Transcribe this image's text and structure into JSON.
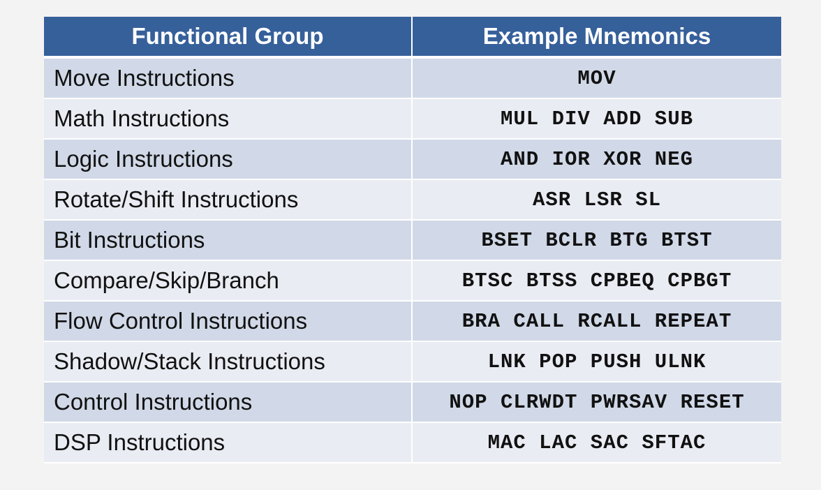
{
  "table": {
    "headers": [
      "Functional  Group",
      "Example Mnemonics"
    ],
    "rows": [
      {
        "group": "Move Instructions",
        "mnemonics": "MOV"
      },
      {
        "group": "Math Instructions",
        "mnemonics": "MUL DIV ADD SUB"
      },
      {
        "group": "Logic Instructions",
        "mnemonics": "AND IOR XOR NEG"
      },
      {
        "group": "Rotate/Shift Instructions",
        "mnemonics": "ASR LSR SL"
      },
      {
        "group": "Bit Instructions",
        "mnemonics": "BSET BCLR BTG BTST"
      },
      {
        "group": "Compare/Skip/Branch",
        "mnemonics": "BTSC BTSS CPBEQ CPBGT"
      },
      {
        "group": "Flow Control Instructions",
        "mnemonics": "BRA CALL RCALL REPEAT"
      },
      {
        "group": "Shadow/Stack Instructions",
        "mnemonics": "LNK POP PUSH ULNK"
      },
      {
        "group": "Control Instructions",
        "mnemonics": "NOP CLRWDT PWRSAV RESET"
      },
      {
        "group": "DSP Instructions",
        "mnemonics": "MAC LAC SAC SFTAC"
      }
    ]
  },
  "colors": {
    "header_bg": "#36609a",
    "row_dark": "#d1d9e8",
    "row_light": "#e9ecf3",
    "page_bg": "#f3f3f3"
  }
}
